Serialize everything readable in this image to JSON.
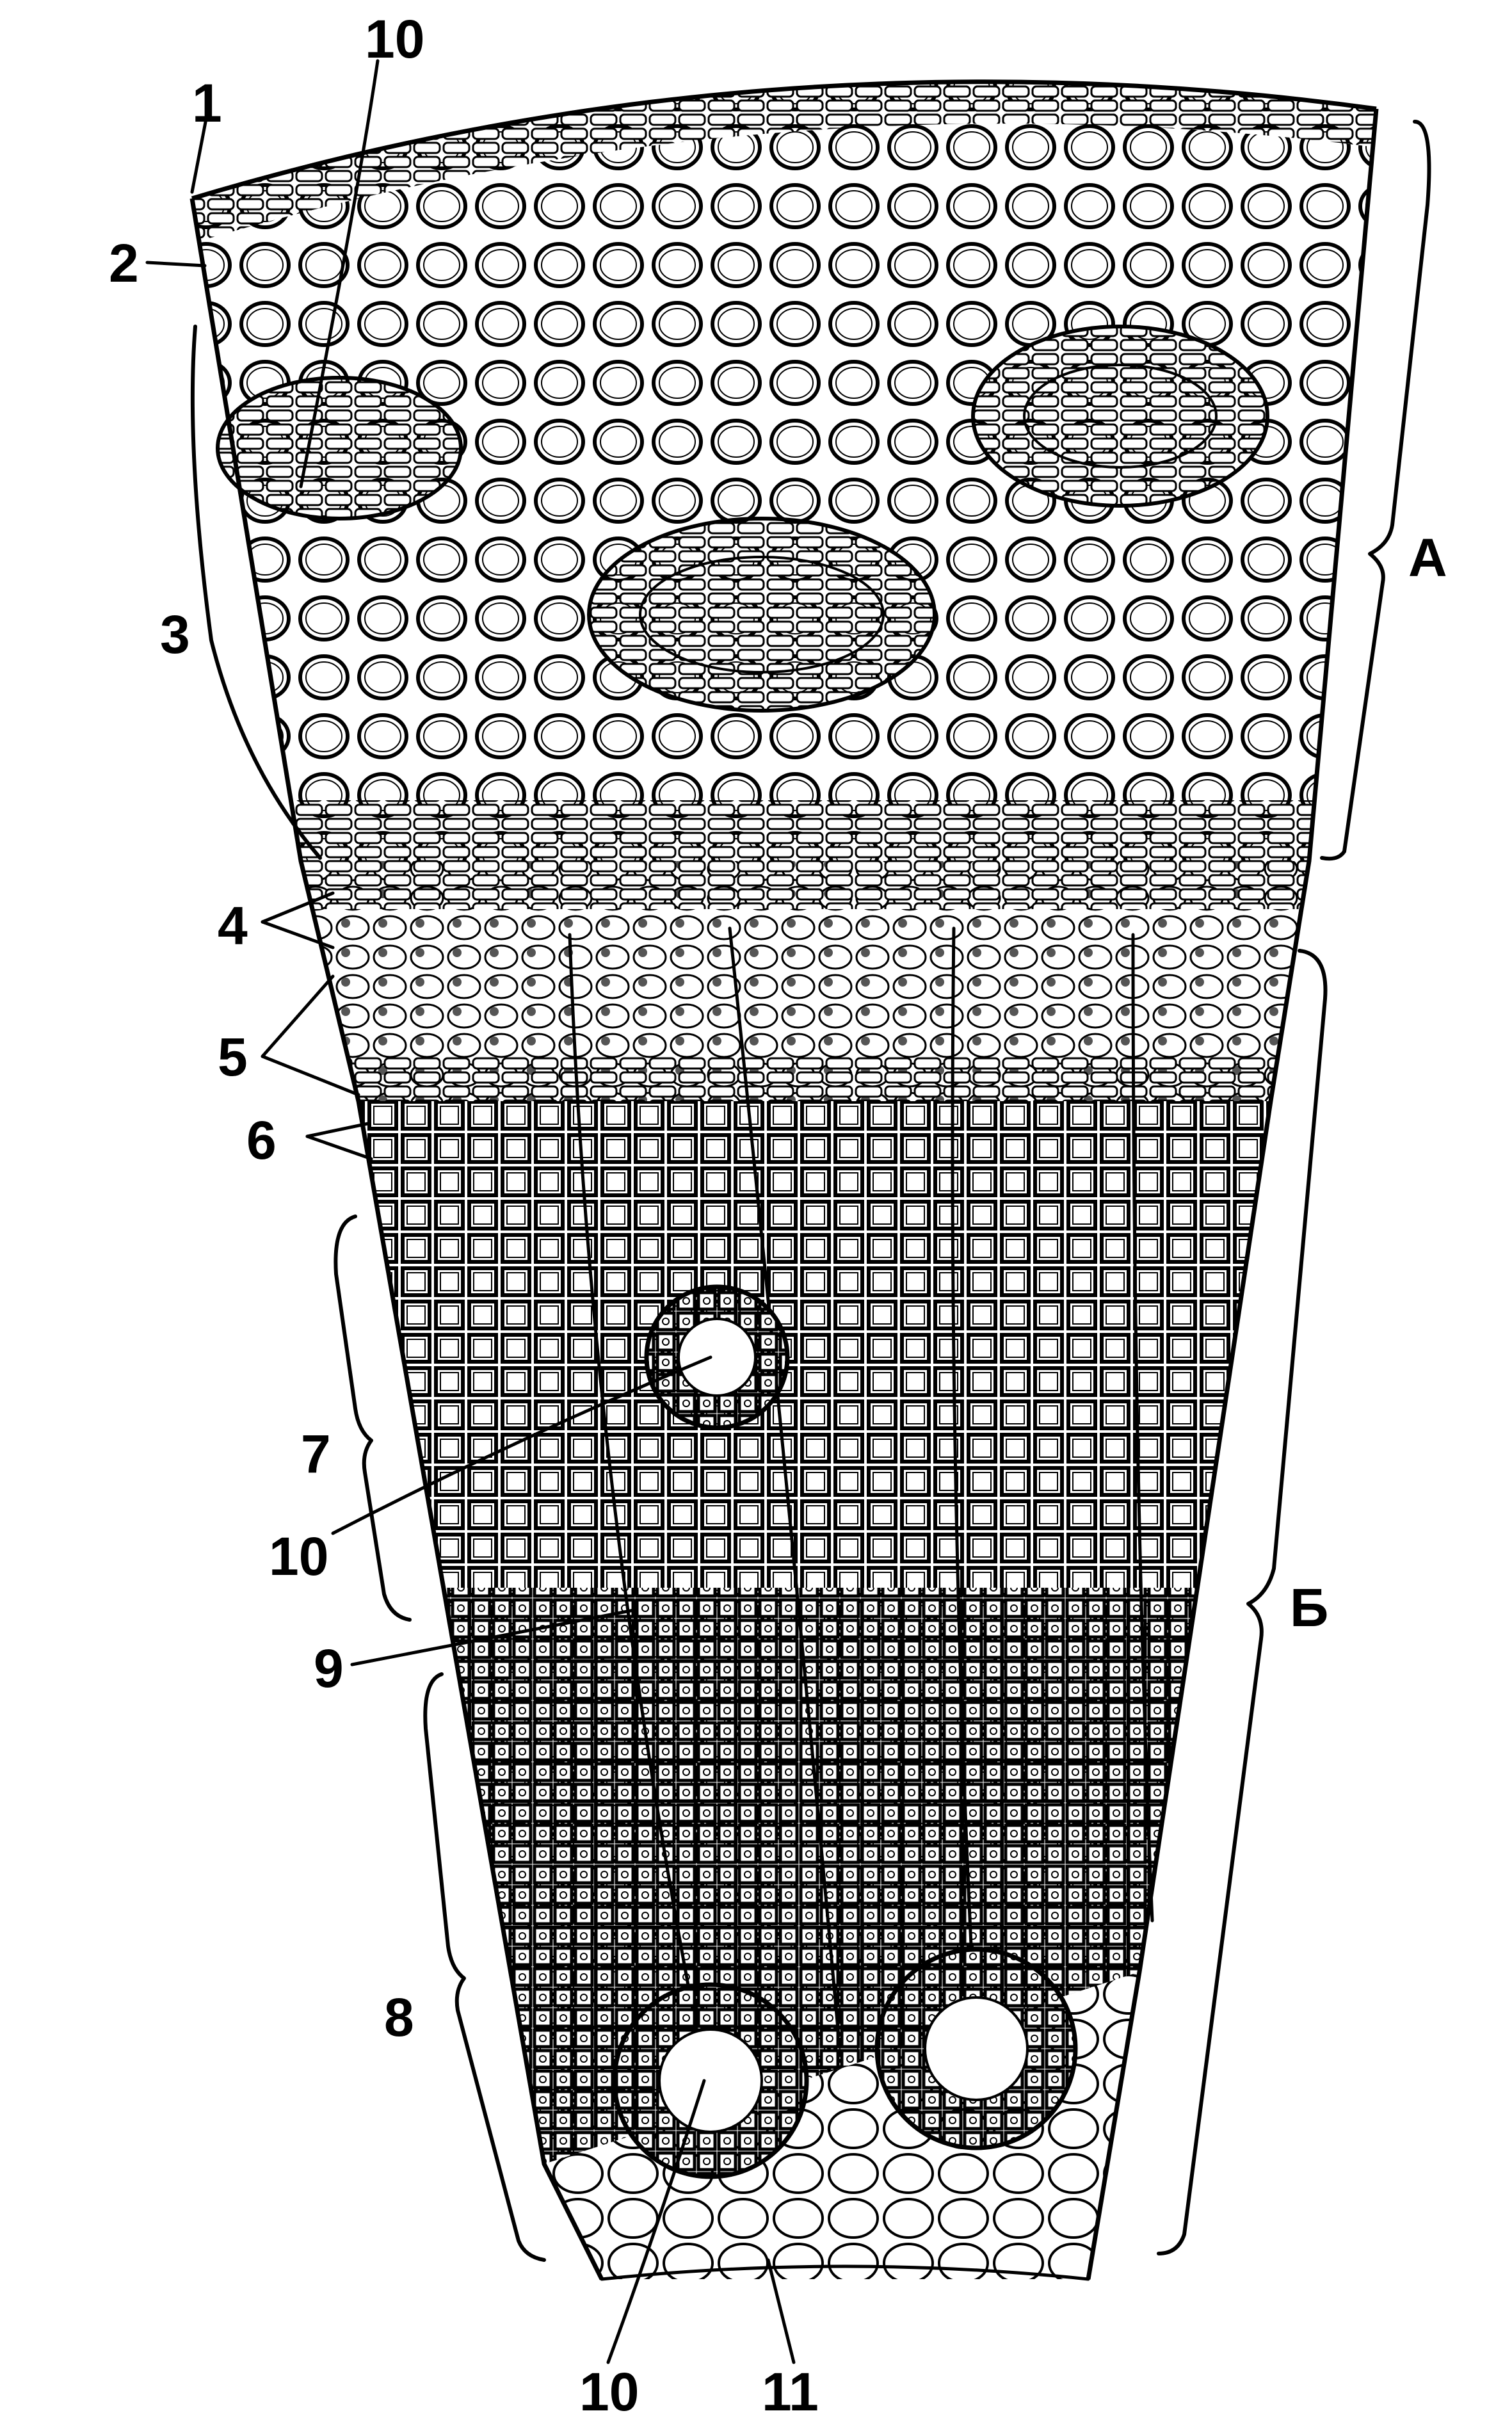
{
  "labels": {
    "l1": "1",
    "l2": "2",
    "l3": "3",
    "l4": "4",
    "l5": "5",
    "l6": "6",
    "l7": "7",
    "l8": "8",
    "l9": "9",
    "l10_top": "10",
    "l10_mid": "10",
    "l10_bottom": "10",
    "l11": "11",
    "bracket_a": "А",
    "bracket_b": "Б"
  },
  "colors": {
    "ink": "#000000",
    "paper": "#ffffff"
  }
}
